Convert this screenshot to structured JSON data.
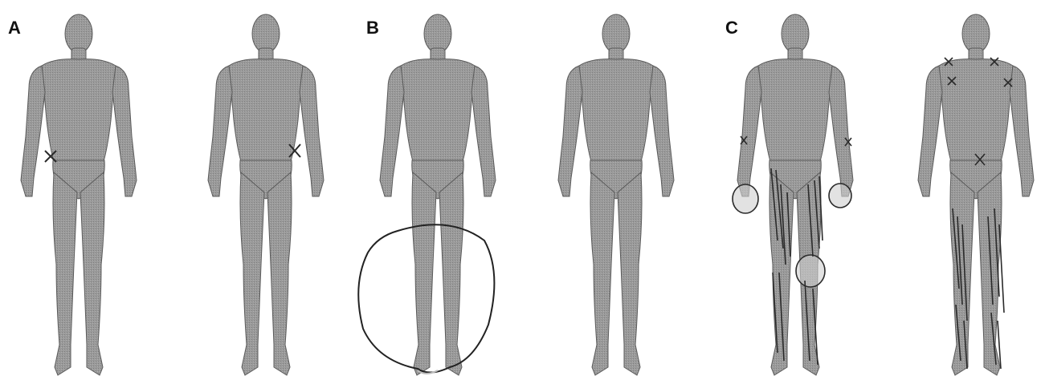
{
  "panels": [
    {
      "letter": "A"
    },
    {
      "letter": "B"
    },
    {
      "letter": "C"
    }
  ],
  "colors": {
    "body_fill": "#9a9a9a",
    "body_shade": "#6f6f6f",
    "marking": "#2a2a2a",
    "circle_fill": "#cfcfcf",
    "background": "#ffffff"
  }
}
